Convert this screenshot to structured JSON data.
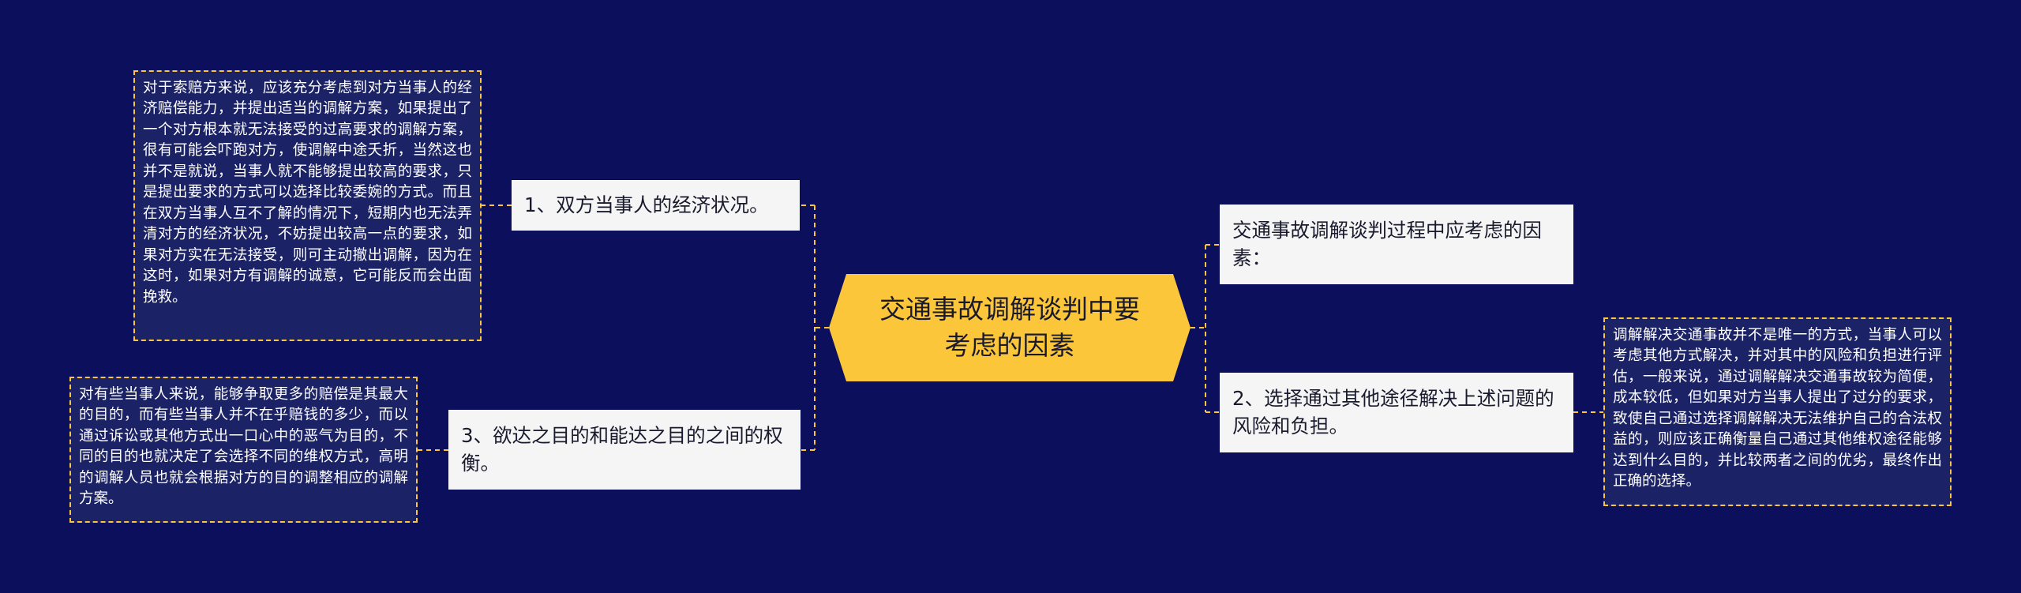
{
  "colors": {
    "background": "#0b0f5c",
    "center_fill": "#fcc63b",
    "topic_fill": "#f5f5f5",
    "note_fill": "#1b2266",
    "connector": "#fcc63b"
  },
  "center": {
    "text": "交通事故调解谈判中要考虑的因素"
  },
  "left": [
    {
      "topic": "1、双方当事人的经济状况。",
      "note": "对于索赔方来说，应该充分考虑到对方当事人的经济赔偿能力，并提出适当的调解方案，如果提出了一个对方根本就无法接受的过高要求的调解方案，很有可能会吓跑对方，使调解中途夭折，当然这也并不是就说，当事人就不能够提出较高的要求，只是提出要求的方式可以选择比较委婉的方式。而且在双方当事人互不了解的情况下，短期内也无法弄清对方的经济状况，不妨提出较高一点的要求，如果对方实在无法接受，则可主动撤出调解，因为在这时，如果对方有调解的诚意，它可能反而会出面挽救。"
    },
    {
      "topic": "3、欲达之目的和能达之目的之间的权衡。",
      "note": "对有些当事人来说，能够争取更多的赔偿是其最大的目的，而有些当事人并不在乎赔钱的多少，而以通过诉讼或其他方式出一口心中的恶气为目的，不同的目的也就决定了会选择不同的维权方式，高明的调解人员也就会根据对方的目的调整相应的调解方案。"
    }
  ],
  "right": [
    {
      "topic": "交通事故调解谈判过程中应考虑的因素："
    },
    {
      "topic": "2、选择通过其他途径解决上述问题的风险和负担。",
      "note": "调解解决交通事故并不是唯一的方式，当事人可以考虑其他方式解决，并对其中的风险和负担进行评估，一般来说，通过调解解决交通事故较为简便，成本较低，但如果对方当事人提出了过分的要求，致使自己通过选择调解解决无法维护自己的合法权益的，则应该正确衡量自己通过其他维权途径能够达到什么目的，并比较两者之间的优劣，最终作出正确的选择。"
    }
  ]
}
